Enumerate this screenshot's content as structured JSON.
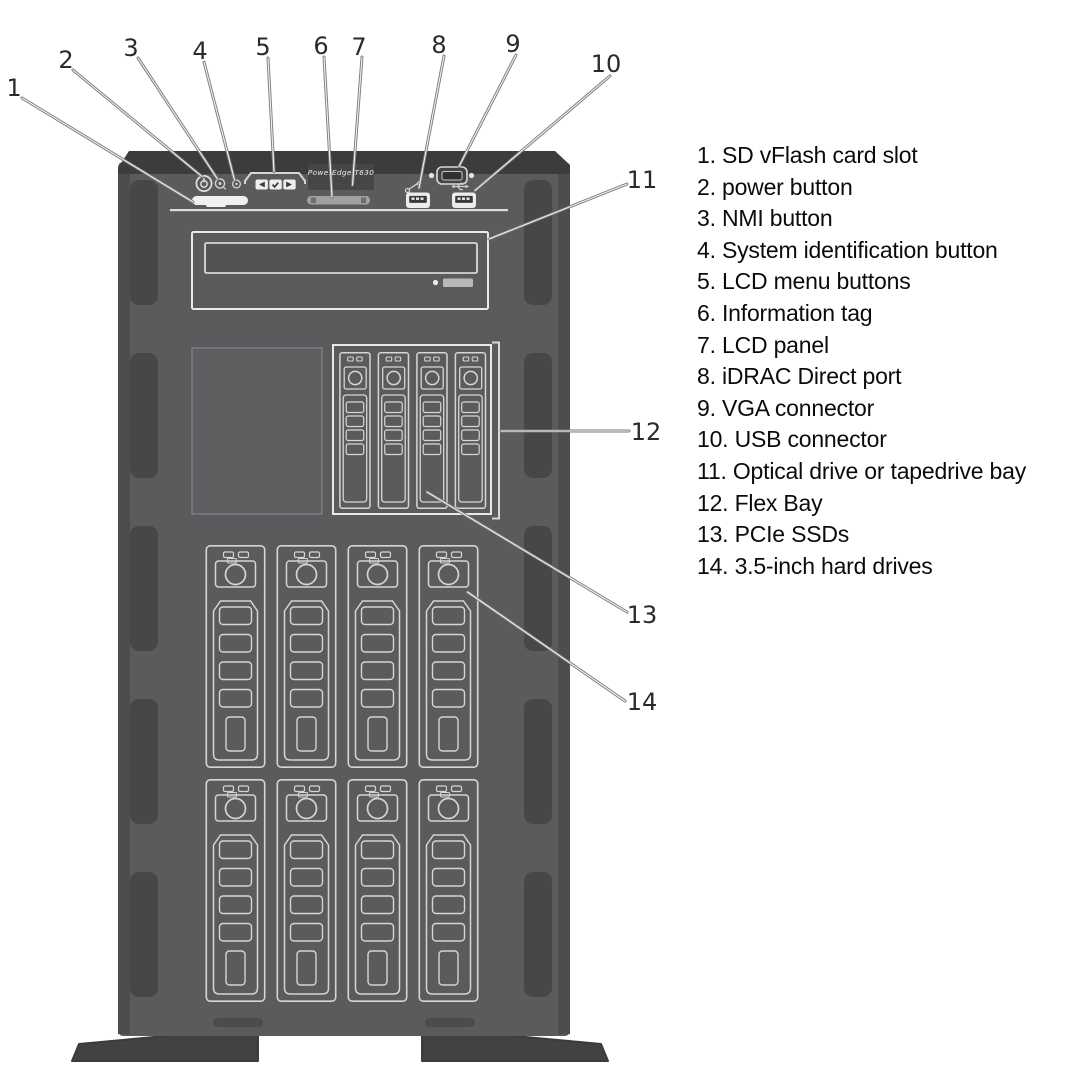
{
  "brand_label": "PowerEdge T630",
  "callouts": [
    {
      "num": "1",
      "label": "SD vFlash card slot",
      "legend": "1. SD vFlash card slot"
    },
    {
      "num": "2",
      "label": "power button",
      "legend": "2. power button"
    },
    {
      "num": "3",
      "label": "NMI button",
      "legend": "3. NMI button"
    },
    {
      "num": "4",
      "label": "System identification button",
      "legend": "4. System identification button"
    },
    {
      "num": "5",
      "label": "LCD menu buttons",
      "legend": "5. LCD menu buttons"
    },
    {
      "num": "6",
      "label": "Information tag",
      "legend": "6. Information tag"
    },
    {
      "num": "7",
      "label": "LCD panel",
      "legend": "7. LCD panel"
    },
    {
      "num": "8",
      "label": "iDRAC Direct port",
      "legend": "8. iDRAC Direct port"
    },
    {
      "num": "9",
      "label": "VGA connector",
      "legend": "9. VGA connector"
    },
    {
      "num": "10",
      "label": "USB connector",
      "legend": "10. USB connector"
    },
    {
      "num": "11",
      "label": "Optical drive or tapedrive bay",
      "legend": "11. Optical drive or tapedrive bay"
    },
    {
      "num": "12",
      "label": "Flex Bay",
      "legend": "12. Flex Bay"
    },
    {
      "num": "13",
      "label": "PCIe SSDs",
      "legend": "13. PCIe SSDs"
    },
    {
      "num": "14",
      "label": "3.5-inch hard drives",
      "legend": "14. 3.5-inch hard drives"
    }
  ],
  "colors": {
    "body": "#5a5b5d",
    "edge": "#4c4d4f",
    "vent": "#464749",
    "top_band": "#3b3c3e",
    "foot": "#414244",
    "outline": "#d5d5d5",
    "bright_outline": "#e9e9e9",
    "white_part": "#f0f0f0"
  }
}
